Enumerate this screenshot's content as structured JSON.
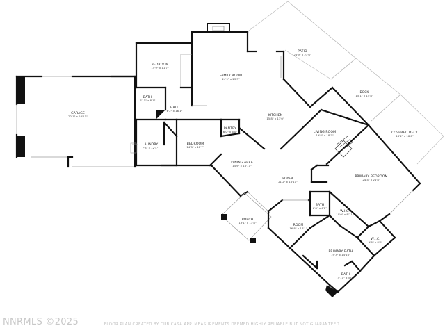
{
  "rooms": [
    {
      "id": "garage",
      "name": "GARAGE",
      "dims": "22'1\" x 23'11\""
    },
    {
      "id": "bedroom-1",
      "name": "BEDROOM",
      "dims": "14'9\" x 11'7\""
    },
    {
      "id": "family-room",
      "name": "FAMILY ROOM",
      "dims": "24'9\" x 23'3\""
    },
    {
      "id": "patio",
      "name": "PATIO",
      "dims": "26'9\" x 23'6\""
    },
    {
      "id": "deck",
      "name": "DECK",
      "dims": "15'1\" x 14'8\""
    },
    {
      "id": "covered-deck",
      "name": "COVERED DECK",
      "dims": "18'2\" x 18'0\""
    },
    {
      "id": "bath-1",
      "name": "BATH",
      "dims": "7'11\" x 8'1\""
    },
    {
      "id": "hall",
      "name": "HALL",
      "dims": "6'2\" x 16'1\""
    },
    {
      "id": "kitchen",
      "name": "KITCHEN",
      "dims": "15'8\" x 13'0\""
    },
    {
      "id": "living-room",
      "name": "LIVING ROOM",
      "dims": "19'8\" x 18'7\""
    },
    {
      "id": "pantry",
      "name": "PANTRY",
      "dims": "6'0\" x 6'0\""
    },
    {
      "id": "laundry",
      "name": "LAUNDRY",
      "dims": "7'8\" x 12'4\""
    },
    {
      "id": "bedroom-2",
      "name": "BEDROOM",
      "dims": "14'8\" x 12'7\""
    },
    {
      "id": "dining-area",
      "name": "DINING AREA",
      "dims": "14'9\" x 18'11\""
    },
    {
      "id": "foyer",
      "name": "FOYER",
      "dims": "21'2\" x 18'11\""
    },
    {
      "id": "primary-bedroom",
      "name": "PRIMARY BEDROOM",
      "dims": "24'4\" x 21'8\""
    },
    {
      "id": "bath-2",
      "name": "BATH",
      "dims": "6'8\" x 6'2\""
    },
    {
      "id": "wic-1",
      "name": "W.I.C.",
      "dims": "10'0\" x 8'11\""
    },
    {
      "id": "porch",
      "name": "PORCH",
      "dims": "13'1\" x 13'8\""
    },
    {
      "id": "room",
      "name": "ROOM",
      "dims": "16'8\" x 14'1\""
    },
    {
      "id": "wic-2",
      "name": "W.I.C.",
      "dims": "9'6\" x 8'0\""
    },
    {
      "id": "primary-bath",
      "name": "PRIMARY BATH",
      "dims": "19'3\" x 14'10\""
    },
    {
      "id": "bath-3",
      "name": "BATH",
      "dims": "4'11\" x 5'0\""
    }
  ],
  "watermark": "NNRMLS ©2025",
  "disclaimer": "FLOOR PLAN CREATED BY CUBICASA APP. MEASUREMENTS DEEMED HIGHLY RELIABLE BUT NOT GUARANTEED."
}
